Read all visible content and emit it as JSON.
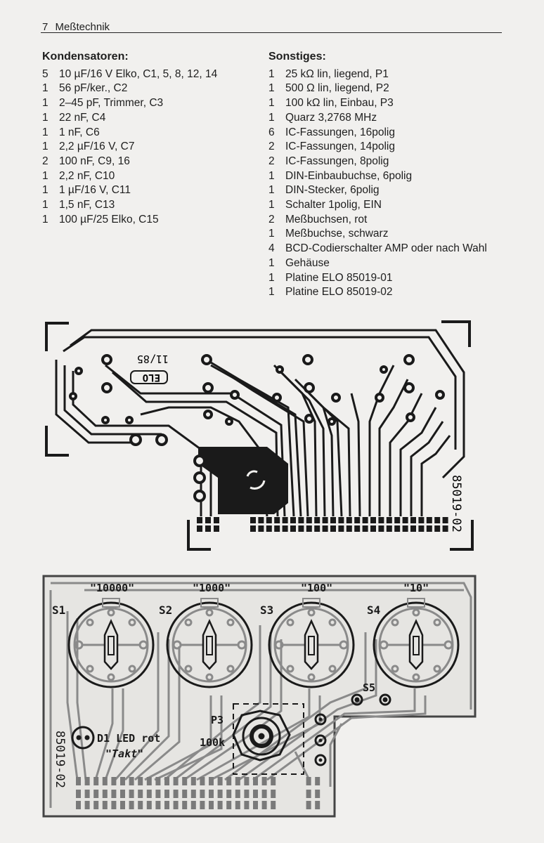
{
  "header": {
    "page_number": "7",
    "chapter": "Meßtechnik"
  },
  "kondensatoren": {
    "title": "Kondensatoren:",
    "items": [
      {
        "qty": "5",
        "desc": "10 µF/16 V Elko, C1, 5, 8, 12, 14"
      },
      {
        "qty": "1",
        "desc": "56 pF/ker., C2"
      },
      {
        "qty": "1",
        "desc": "2–45 pF, Trimmer, C3"
      },
      {
        "qty": "1",
        "desc": "22 nF, C4"
      },
      {
        "qty": "1",
        "desc": "1 nF, C6"
      },
      {
        "qty": "1",
        "desc": "2,2 µF/16 V, C7"
      },
      {
        "qty": "2",
        "desc": "100 nF, C9, 16"
      },
      {
        "qty": "1",
        "desc": "2,2 nF, C10"
      },
      {
        "qty": "1",
        "desc": "1 µF/16 V, C11"
      },
      {
        "qty": "1",
        "desc": "1,5 nF, C13"
      },
      {
        "qty": "1",
        "desc": "100 µF/25 Elko, C15"
      }
    ]
  },
  "sonstiges": {
    "title": "Sonstiges:",
    "items": [
      {
        "qty": "1",
        "desc": "25 kΩ lin, liegend, P1"
      },
      {
        "qty": "1",
        "desc": "500 Ω lin, liegend, P2"
      },
      {
        "qty": "1",
        "desc": "100 kΩ lin, Einbau, P3"
      },
      {
        "qty": "1",
        "desc": "Quarz 3,2768 MHz"
      },
      {
        "qty": "6",
        "desc": "IC-Fassungen, 16polig"
      },
      {
        "qty": "2",
        "desc": "IC-Fassungen, 14polig"
      },
      {
        "qty": "2",
        "desc": "IC-Fassungen, 8polig"
      },
      {
        "qty": "1",
        "desc": "DIN-Einbaubuchse, 6polig"
      },
      {
        "qty": "1",
        "desc": "DIN-Stecker, 6polig"
      },
      {
        "qty": "1",
        "desc": "Schalter 1polig, EIN"
      },
      {
        "qty": "2",
        "desc": "Meßbuchsen, rot"
      },
      {
        "qty": "1",
        "desc": "Meßbuchse, schwarz"
      },
      {
        "qty": "4",
        "desc": "BCD-Codierschalter AMP oder nach Wahl"
      },
      {
        "qty": "1",
        "desc": "Gehäuse"
      },
      {
        "qty": "1",
        "desc": "Platine ELO 85019-01"
      },
      {
        "qty": "1",
        "desc": "Platine ELO 85019-02"
      }
    ]
  },
  "pcb_top": {
    "board_number": "85019-02",
    "date_mark": "11/85",
    "logo": "ELO"
  },
  "pcb_bottom": {
    "board_number": "85019-02",
    "digit_labels": [
      "\"10000\"",
      "\"1000\"",
      "\"100\"",
      "\"10\""
    ],
    "switch_labels": [
      "S1",
      "S2",
      "S3",
      "S4"
    ],
    "s5": "S5",
    "p3": "P3",
    "p3_value": "100k",
    "led": "D1 LED rot",
    "led_sub": "\"Takt\""
  }
}
